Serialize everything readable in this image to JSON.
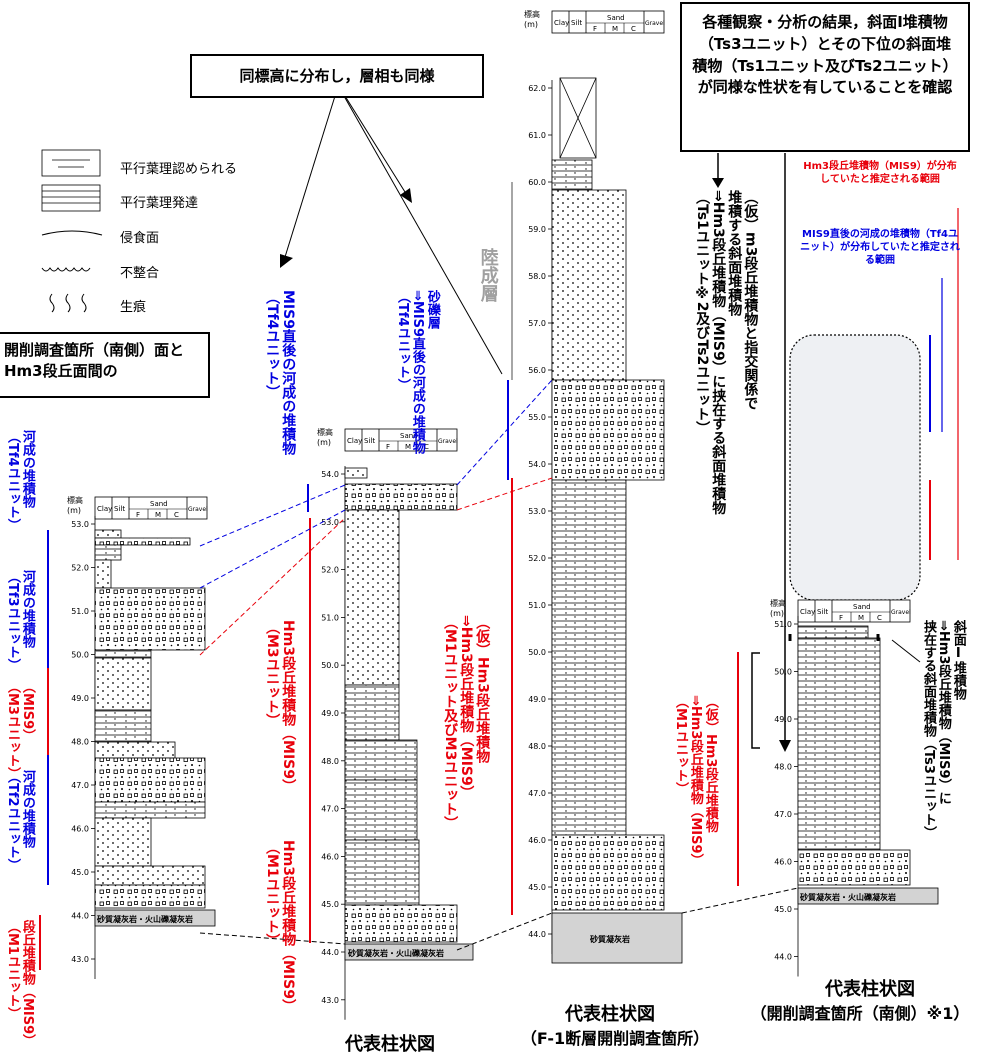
{
  "callouts": {
    "same_elevation": "同標高に分布し，層相も同様",
    "confirm": "各種観察・分析の結果，斜面Ⅰ堆積物（Ts3ユニット）とその下位の斜面堆積物（Ts1ユニット及びTs2ユニット）が同様な性状を有していることを確認",
    "left_box": "開削調査箇所（南側）面とHm3段丘面間の"
  },
  "legend": {
    "items": [
      {
        "icon": "parallel-lamina-sparse",
        "label": "平行葉理認められる"
      },
      {
        "icon": "parallel-lamina-dense",
        "label": "平行葉理発達"
      },
      {
        "icon": "erosion-surface",
        "label": "侵食面"
      },
      {
        "icon": "unconformity",
        "label": "不整合"
      },
      {
        "icon": "trace-fossil",
        "label": "生痕"
      }
    ]
  },
  "header": {
    "elev": "標高",
    "unit": "(m)",
    "clay": "Clay",
    "silt": "Silt",
    "sand": "Sand",
    "f": "F",
    "m": "M",
    "c": "C",
    "gravel": "Gravel"
  },
  "columns": {
    "col1": {
      "ticks": [
        "53.0",
        "52.0",
        "51.0",
        "50.0",
        "49.0",
        "48.0",
        "47.0",
        "46.0",
        "45.0",
        "44.0",
        "43.0"
      ],
      "base": "砂質凝灰岩・火山礫凝灰岩",
      "caption": ""
    },
    "col2": {
      "ticks": [
        "54.0",
        "53.0",
        "52.0",
        "51.0",
        "50.0",
        "49.0",
        "48.0",
        "47.0",
        "46.0",
        "45.0",
        "44.0",
        "43.0"
      ],
      "base": "砂質凝灰岩・火山礫凝灰岩",
      "caption": "代表柱状図"
    },
    "col3": {
      "ticks": [
        "62.0",
        "61.0",
        "60.0",
        "59.0",
        "58.0",
        "57.0",
        "56.0",
        "55.0",
        "54.0",
        "53.0",
        "52.0",
        "51.0",
        "50.0",
        "49.0",
        "48.0",
        "47.0",
        "46.0",
        "45.0",
        "44.0"
      ],
      "base": "砂質凝灰岩",
      "caption1": "代表柱状図",
      "caption2": "（F-1断層開削調査箇所）"
    },
    "col4": {
      "ticks": [
        "51.0",
        "50.0",
        "49.0",
        "48.0",
        "47.0",
        "46.0",
        "45.0",
        "44.0"
      ],
      "base": "砂質凝灰岩・火山礫凝灰岩",
      "caption1": "代表柱状図",
      "caption2": "（開削調査箇所（南側）※1）"
    }
  },
  "labels": {
    "c1_tf4a": "河成の堆積物",
    "c1_tf4b": "（Tf4ユニット）",
    "c1_tf3a": "河成の堆積物",
    "c1_tf3b": "（Tf3ユニット）",
    "c1_m3a": "（MIS9）",
    "c1_m3b": "（M3ユニット）",
    "c1_tf2a": "河成の堆積物",
    "c1_tf2b": "（Tf2ユニット）",
    "c1_m1a": "段丘堆積物（MIS9）",
    "c1_m1b": "（M1ユニット）",
    "c2_tf4a": "MIS9直後の河成の堆積物",
    "c2_tf4b": "（Tf4ユニット）",
    "c2_m3a": "Hm3段丘堆積物（MIS9）",
    "c2_m3b": "（M3ユニット）",
    "c2_m1a": "Hm3段丘堆積物（MIS9）",
    "c2_m1b": "（M1ユニット）",
    "c3_gravel": "砂礫層",
    "c3_tf4a": "⇒MIS9直後の河成の堆積物",
    "c3_tf4b": "（Tf4ユニット）",
    "c3_land": "陸成層",
    "c3_m13a": "（仮）Hm3段丘堆積物",
    "c3_m13b": "⇒Hm3段丘堆積物（MIS9）",
    "c3_m13c": "（M1ユニット及びM3ユニット）",
    "c4_ts_a": "（仮）m3段丘堆積物と指交関係で",
    "c4_ts_b": "堆積する斜面堆積物",
    "c4_ts_c": "⇒Hm3段丘堆積物（MIS9）に挟在する斜面堆積物",
    "c4_ts_d": "（Ts1ユニット※2及びTs2ユニット）",
    "c4_m1a": "（仮）Hm3段丘堆積物",
    "c4_m1b": "⇒Hm3段丘堆積物（MIS9）",
    "c4_m1c": "（M1ユニット）",
    "c4_slope_a": "斜面Ⅰ堆積物",
    "c4_slope_b": "⇒Hm3段丘堆積物（MIS9）に",
    "c4_slope_c": "挟在する斜面堆積物（Ts3ユニット）",
    "red_range": "Hm3段丘堆積物（MIS9）が分布していたと推定される範囲",
    "blue_range": "MIS9直後の河成の堆積物（Tf4ユニット）が分布していたと推定される範囲"
  },
  "colors": {
    "red": "#e8000b",
    "blue": "#0000e0",
    "grey": "#a0a0a0"
  }
}
